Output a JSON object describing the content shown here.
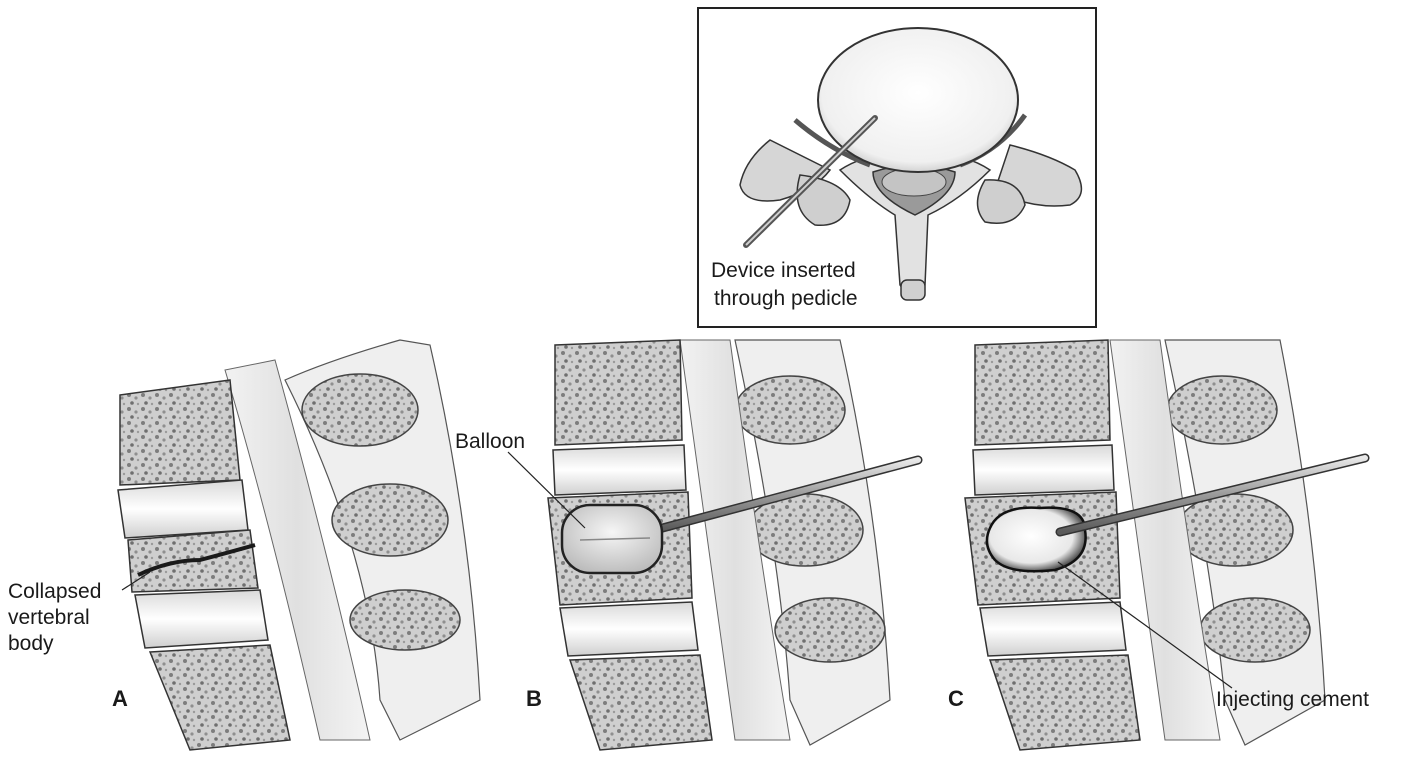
{
  "inset": {
    "label_line1": "Device inserted",
    "label_line2": "through pedicle"
  },
  "panels": [
    {
      "letter": "A",
      "caption": [
        "Collapsed",
        "vertebral",
        "body"
      ]
    },
    {
      "letter": "B",
      "caption": [
        "Balloon"
      ]
    },
    {
      "letter": "C",
      "caption": [
        "Injecting cement"
      ]
    }
  ]
}
